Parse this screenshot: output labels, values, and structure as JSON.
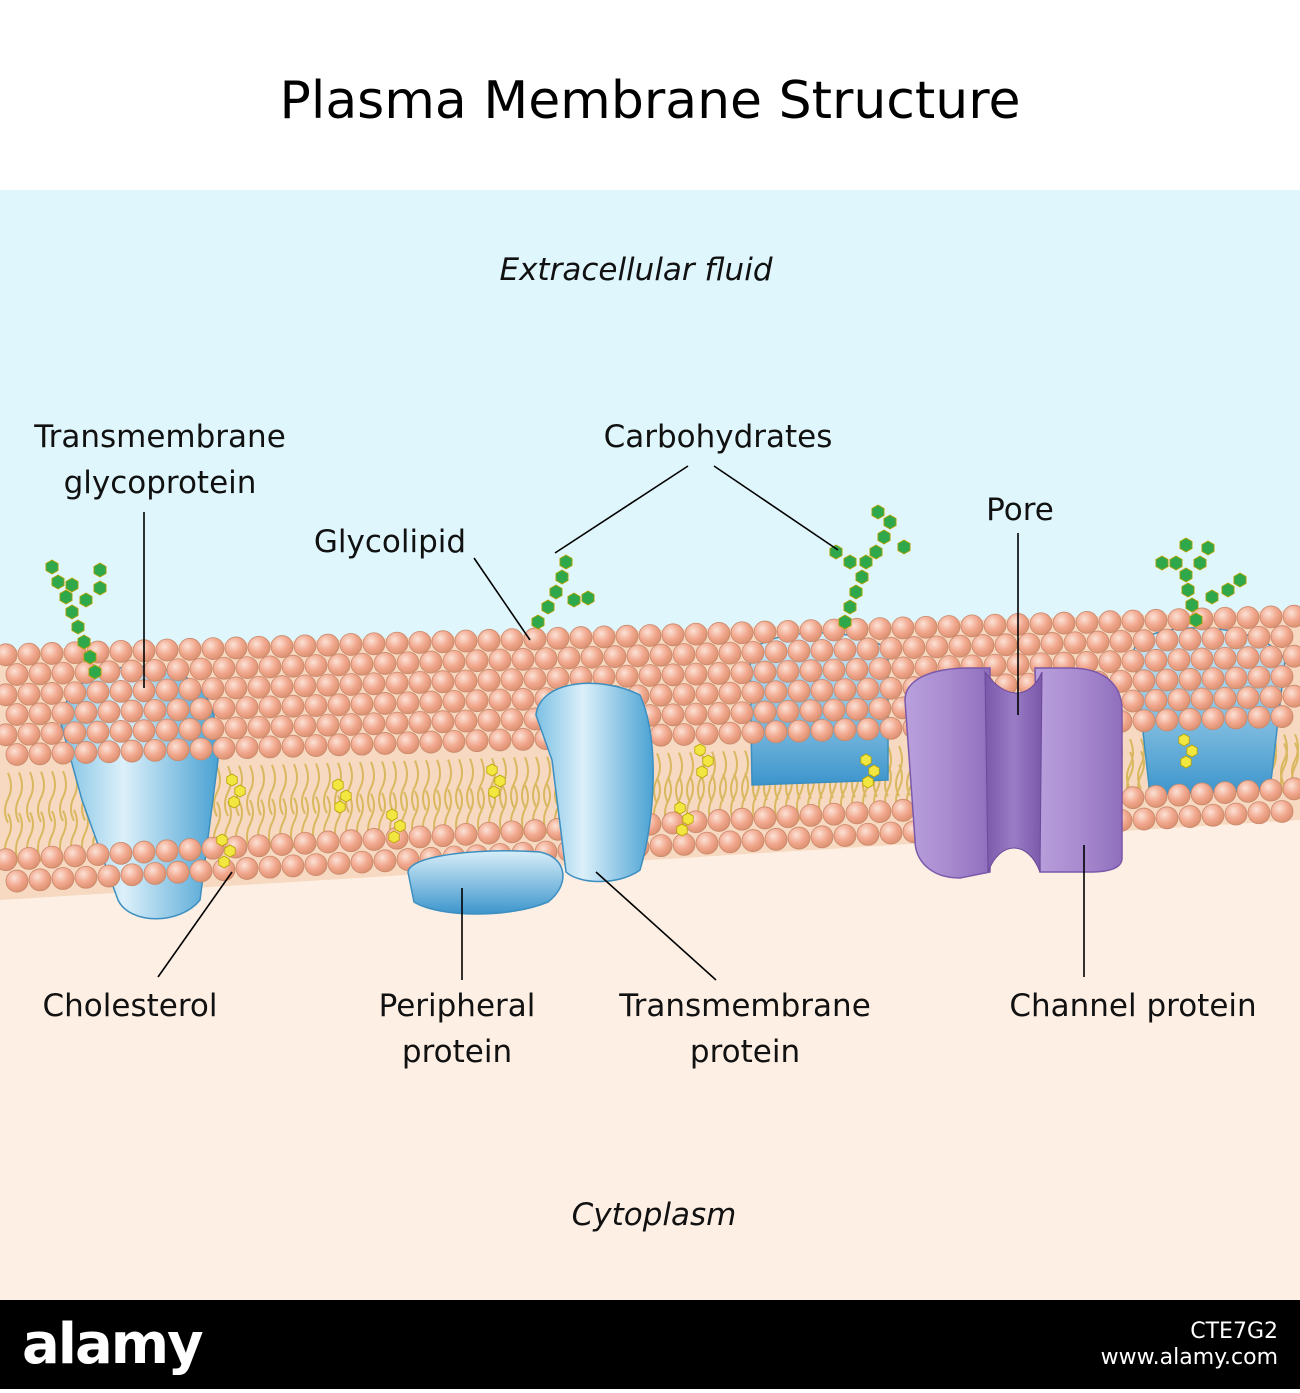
{
  "title": "Plasma Membrane Structure",
  "regions": {
    "extracellular": "Extracellular fluid",
    "cytoplasm": "Cytoplasm"
  },
  "labels": {
    "transmembrane_glycoprotein": [
      "Transmembrane",
      "glycoprotein"
    ],
    "carbohydrates": "Carbohydrates",
    "glycolipid": "Glycolipid",
    "pore": "Pore",
    "cholesterol": "Cholesterol",
    "peripheral_protein": [
      "Peripheral",
      "protein"
    ],
    "transmembrane_protein": [
      "Transmembrane",
      "protein"
    ],
    "channel_protein": "Channel protein"
  },
  "footer": {
    "brand": "alamy",
    "image_id": "CTE7G2",
    "url": "www.alamy.com"
  },
  "colors": {
    "extracellular_fluid": "#dff7fc",
    "cytoplasm": "#fdefe4",
    "phospholipid_head": "#f2a88e",
    "lipid_tail": "#d9b860",
    "membrane_protein": "#a8d8ee",
    "channel_protein": "#a98bd0",
    "carbohydrate": "#2ea84a",
    "cholesterol": "#f2e640"
  }
}
